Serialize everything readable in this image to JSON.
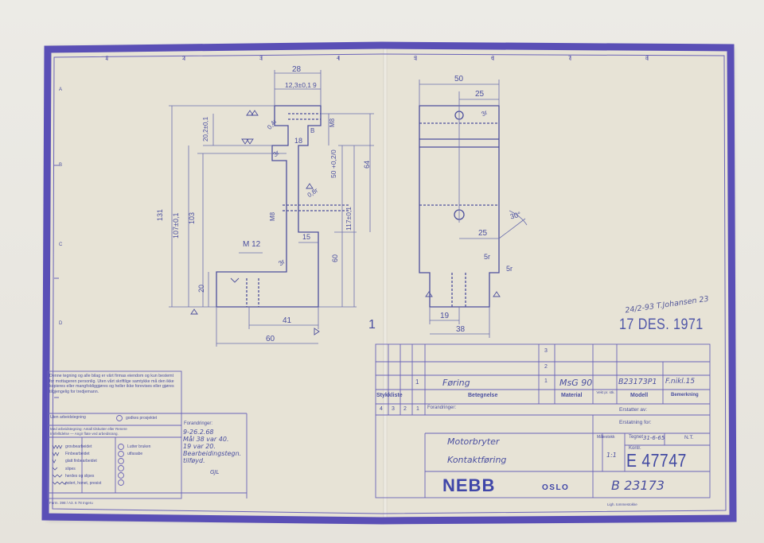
{
  "drawing": {
    "dimensions_left": [
      "28",
      "12,3±0,1",
      "9",
      "20,2±0,1",
      "0,4r",
      "M8",
      "18",
      "B",
      "3r",
      "131",
      "107±0,1",
      "103",
      "M8",
      "0,8r",
      "50 +0,2/0",
      "117±0,1",
      "64",
      "15",
      "M 12",
      "3r",
      "60",
      "20",
      "41",
      "60"
    ],
    "dimensions_right": [
      "50",
      "25",
      "3r",
      "30°",
      "25",
      "5r",
      "5r",
      "19",
      "38"
    ],
    "view_number": "1",
    "grid_numbers": [
      "1",
      "2",
      "3",
      "4",
      "5",
      "6",
      "7",
      "8"
    ],
    "grid_letters": [
      "A",
      "B",
      "C",
      "D"
    ]
  },
  "stamp": {
    "signature": "24/2-93 T.Johansen 23",
    "date": "17 DES. 1971"
  },
  "parts_list": {
    "rows": [
      {
        "pos": "3",
        "name": "",
        "qty": "",
        "material": "",
        "model": "",
        "note": ""
      },
      {
        "pos": "2",
        "name": "",
        "qty": "",
        "material": "",
        "model": "",
        "note": ""
      },
      {
        "pos": "1",
        "name": "Føring",
        "qty": "1",
        "material": "MsG 90",
        "model": "B23173P1",
        "note": "F.nikl.15"
      }
    ],
    "headers": {
      "stykkliste": "Stykkliste",
      "betegnelse": "Betegnelse",
      "material": "Material",
      "vekt": "Vekt pr. stk.",
      "modell": "Modell",
      "bemerkning": "Bemerkning"
    },
    "col_numbers": [
      "4",
      "3",
      "2",
      "1"
    ]
  },
  "title_block": {
    "forandringer_label": "Forandringer:",
    "erstatter": "Erstatter av:",
    "erstatning": "Erstatning for:",
    "title_line1": "Motorbryter",
    "title_line2": "Kontaktføring",
    "company": "NEBB",
    "city": "OSLO",
    "malestokk_label": "Målestokk",
    "malestokk": "1:1",
    "tegnet_label": "Tegnet",
    "tegnet": "31-6-65",
    "nt": "N.T.",
    "kontr_label": "Kontr.",
    "drawing_number": "E 47747",
    "part_number": "B 23173",
    "footer_small": "Ligh. tommestokke"
  },
  "notice": {
    "text": "Denne tegning og alle bilag er vårt firmas eiendom og kun bestemt for mottageren personlig. Uten vårt skriftlige samtykke må den ikke kopieres eller mangfoldiggjøres og heller ikke forevises eller gjøres tilgjengelig for tredjemann.",
    "line1": "Uten arbeidstegning",
    "line1b": "godkes prosjektet",
    "line2": "Med arbeidstegning: Antall tilskutter eller Renere",
    "line3": "Innfelltdelse — Angir flate ved arbeidsrang."
  },
  "changes": {
    "label": "Forandringer:",
    "lines": [
      "9-26.2.68",
      "Mål 38 var 40.",
      "19 var 20.",
      "Bearbeidingstegn.",
      "tilføyd.",
      "",
      "GJL"
    ]
  },
  "legend": {
    "items": [
      "grovbearbeidet",
      "Finbearbeidet",
      "glatt finbearbeidet",
      "slipes",
      "herdes og slipes",
      "polert, honet, presist"
    ],
    "right_items": [
      "Lutter bruken",
      "utfasabe",
      "",
      "",
      "",
      ""
    ],
    "footer": "Form. 398 / A3. 6 78 Ingeru"
  }
}
